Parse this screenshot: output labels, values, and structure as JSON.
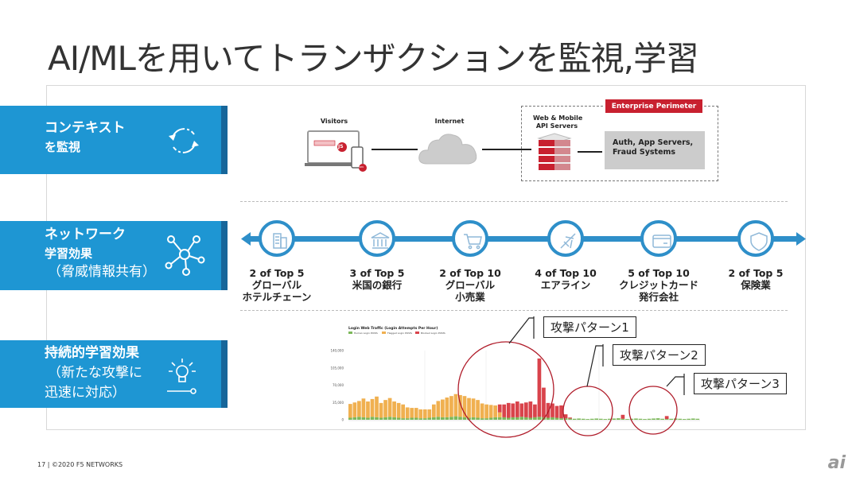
{
  "title": "AI/MLを用いてトランザクションを監視,学習",
  "side_panels": [
    {
      "line1": "コンテキスト",
      "line2": "を監視",
      "icon": "refresh-cycle-icon"
    },
    {
      "line1": "ネットワーク",
      "line2": "学習効果",
      "line3": "（脅威情報共有）",
      "icon": "network-hub-icon"
    },
    {
      "line1": "持続的学習効果",
      "line2": "（新たな攻撃に",
      "line3": "迅速に対応）",
      "icon": "lightbulb-icon"
    }
  ],
  "architecture": {
    "visitors": "Visitors",
    "internet": "Internet",
    "servers_line1": "Web & Mobile",
    "servers_line2": "API Servers",
    "perimeter": "Enterprise Perimeter",
    "backend_line1": "Auth, App Servers,",
    "backend_line2": "Fraud Systems",
    "badge_js": "JS",
    "badge_sdk": "SDK"
  },
  "network": [
    {
      "stat": "2 of Top 5",
      "l1": "グローバル",
      "l2": "ホテルチェーン",
      "icon": "hotel-icon"
    },
    {
      "stat": "3 of Top 5",
      "l1": "米国の銀行",
      "l2": "",
      "icon": "bank-icon"
    },
    {
      "stat": "2 of Top 10",
      "l1": "グローバル",
      "l2": "小売業",
      "icon": "shopping-cart-icon"
    },
    {
      "stat": "4 of Top 10",
      "l1": "エアライン",
      "l2": "",
      "icon": "airplane-icon"
    },
    {
      "stat": "5 of Top 10",
      "l1": "クレジットカード",
      "l2": "発行会社",
      "icon": "credit-card-icon"
    },
    {
      "stat": "2 of Top 5",
      "l1": "保険業",
      "l2": "",
      "icon": "shield-icon"
    }
  ],
  "callouts": [
    "攻撃パターン1",
    "攻撃パターン2",
    "攻撃パターン3"
  ],
  "footer": "17 | ©2020 F5 NETWORKS",
  "logo": "ai",
  "colors": {
    "blue": "#1e96d3",
    "dark_blue": "#17669a",
    "red": "#c8202f",
    "human": "#7cb85a",
    "flagged": "#f0b050",
    "blocked": "#d9434b"
  },
  "chart_data": {
    "type": "bar",
    "stacked": true,
    "title": "Login Web Traffic (Login Attempts Per Hour)",
    "legend": [
      "Human Login POSTs",
      "Flagged Login POSTs",
      "Blocked Login POSTs"
    ],
    "legend_placement": "top-left",
    "ylim": [
      0,
      140000
    ],
    "yticks": [
      "0",
      "35,000",
      "70,000",
      "105,000",
      "140,000"
    ],
    "series": [
      {
        "name": "Human Login POSTs",
        "values": [
          4000,
          5000,
          6000,
          5000,
          4000,
          6000,
          5000,
          4000,
          5000,
          6000,
          5000,
          4000,
          3000,
          3000,
          4000,
          4000,
          3000,
          3000,
          4000,
          5000,
          6000,
          5000,
          5000,
          6000,
          7000,
          6000,
          5000,
          4000,
          5000,
          4000,
          3000,
          3000,
          4000,
          5000,
          5000,
          5000,
          4000,
          5000,
          5000,
          6000,
          5000,
          4000,
          5000,
          6000,
          5000,
          4000,
          5000,
          4000,
          3000,
          3000,
          2500,
          2000,
          2500,
          2000,
          1500,
          2000,
          2500,
          2000,
          1500,
          2000,
          2500,
          3000,
          2000,
          1500,
          2000,
          2500,
          2000,
          1500,
          2000,
          2500,
          3000,
          2000,
          1500,
          2000,
          2500,
          2000,
          1500,
          2000,
          2500,
          2000
        ]
      },
      {
        "name": "Flagged Login POSTs",
        "values": [
          28000,
          30000,
          32000,
          38000,
          33000,
          36000,
          42000,
          30000,
          35000,
          38000,
          32000,
          30000,
          28000,
          22000,
          20000,
          20000,
          18000,
          18000,
          17000,
          26000,
          32000,
          36000,
          40000,
          42000,
          45000,
          44000,
          43000,
          40000,
          38000,
          36000,
          30000,
          28000,
          26000,
          24000,
          10000,
          0,
          0,
          0,
          0,
          0,
          0,
          0,
          0,
          0,
          0,
          0,
          0,
          0,
          0,
          0,
          0,
          0,
          0,
          0,
          0,
          0,
          0,
          0,
          0,
          0,
          0,
          0,
          0,
          0,
          0,
          0,
          0,
          0,
          0,
          0,
          0,
          0,
          0,
          0,
          0,
          0,
          0,
          0,
          0,
          0
        ]
      },
      {
        "name": "Blocked Login POSTs",
        "values": [
          0,
          0,
          0,
          0,
          0,
          0,
          0,
          0,
          0,
          0,
          0,
          0,
          0,
          0,
          0,
          0,
          0,
          0,
          0,
          0,
          0,
          0,
          0,
          0,
          0,
          0,
          0,
          0,
          0,
          0,
          0,
          0,
          0,
          0,
          16000,
          26000,
          30000,
          28000,
          32000,
          27000,
          30000,
          33000,
          26000,
          118000,
          60000,
          30000,
          28000,
          24000,
          26000,
          8000,
          2000,
          0,
          0,
          0,
          0,
          0,
          0,
          0,
          0,
          0,
          0,
          0,
          8000,
          0,
          0,
          0,
          0,
          0,
          0,
          0,
          0,
          0,
          6000,
          0,
          0,
          0,
          0,
          0,
          0,
          0
        ]
      }
    ]
  }
}
